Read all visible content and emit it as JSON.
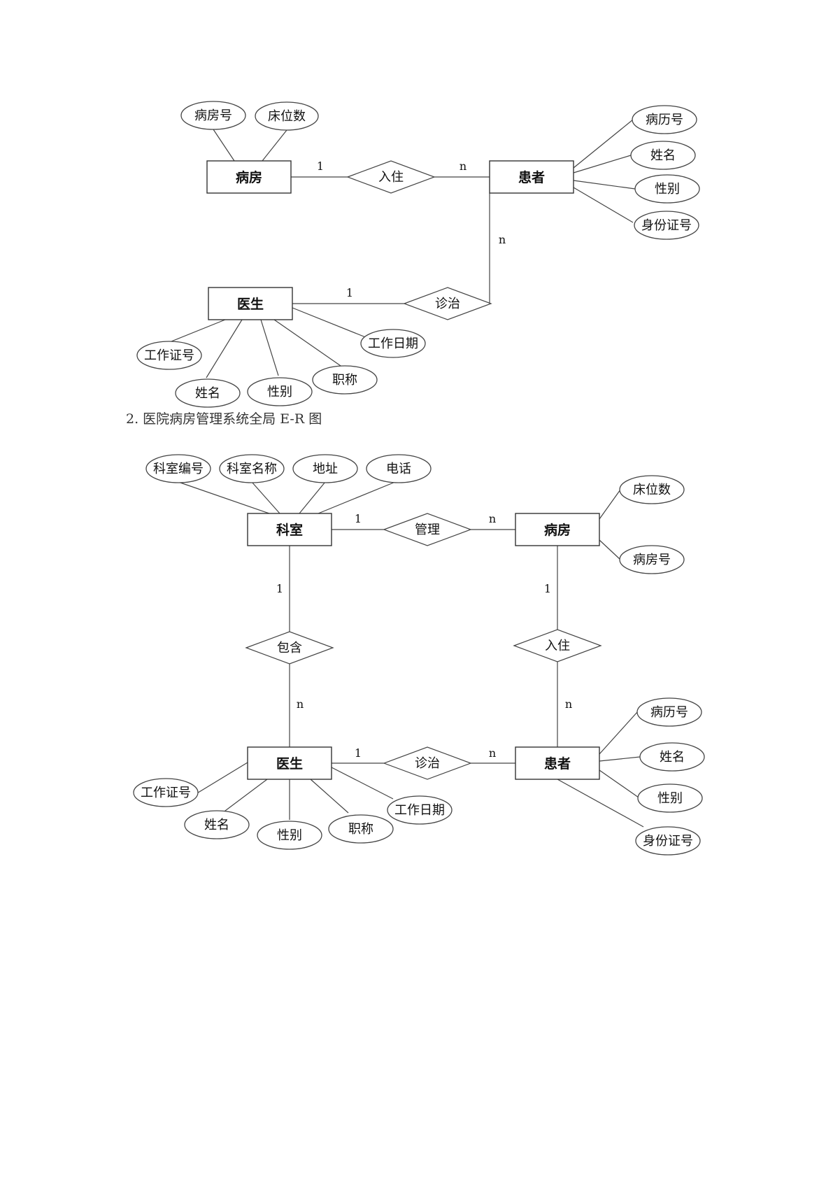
{
  "diagram1": {
    "entities": {
      "ward": "病房",
      "patient": "患者",
      "doctor": "医生"
    },
    "relations": {
      "admit": "入住",
      "treat": "诊治"
    },
    "ward_attrs": {
      "ward_no": "病房号",
      "beds": "床位数"
    },
    "patient_attrs": {
      "record_no": "病历号",
      "name": "姓名",
      "gender": "性别",
      "id_no": "身份证号"
    },
    "doctor_attrs": {
      "work_id": "工作证号",
      "name": "姓名",
      "gender": "性别",
      "title": "职称",
      "work_date": "工作日期"
    },
    "cardinalities": {
      "ward_admit": "1",
      "admit_patient": "n",
      "patient_treat": "n",
      "doctor_treat": "1"
    }
  },
  "caption": "2. 医院病房管理系统全局 E-R 图",
  "diagram2": {
    "entities": {
      "dept": "科室",
      "ward": "病房",
      "doctor": "医生",
      "patient": "患者"
    },
    "relations": {
      "manage": "管理",
      "contain": "包含",
      "admit": "入住",
      "treat": "诊治"
    },
    "dept_attrs": {
      "dept_no": "科室编号",
      "dept_name": "科室名称",
      "address": "地址",
      "phone": "电话"
    },
    "ward_attrs": {
      "beds": "床位数",
      "ward_no": "病房号"
    },
    "patient_attrs": {
      "record_no": "病历号",
      "name": "姓名",
      "gender": "性别",
      "id_no": "身份证号"
    },
    "doctor_attrs": {
      "work_id": "工作证号",
      "name": "姓名",
      "gender": "性别",
      "title": "职称",
      "work_date": "工作日期"
    },
    "cardinalities": {
      "dept_manage": "1",
      "manage_ward": "n",
      "dept_contain": "1",
      "contain_doctor": "n",
      "ward_admit": "1",
      "admit_patient": "n",
      "doctor_treat": "1",
      "treat_patient": "n"
    }
  }
}
